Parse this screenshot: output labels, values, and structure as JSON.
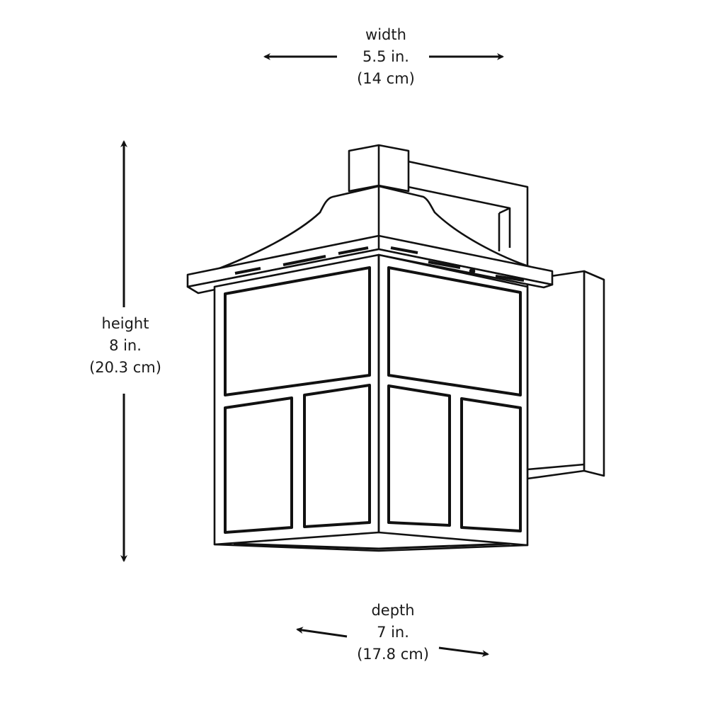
{
  "dimensions": {
    "width": {
      "name": "width",
      "imperial": "5.5 in.",
      "metric": "(14 cm)"
    },
    "height": {
      "name": "height",
      "imperial": "8 in.",
      "metric": "(20.3 cm)"
    },
    "depth": {
      "name": "depth",
      "imperial": "7 in.",
      "metric": "(17.8 cm)"
    }
  },
  "illustration": {
    "subject": "wall-lantern-line-drawing",
    "stroke_color": "#111111",
    "background_color": "#ffffff"
  }
}
